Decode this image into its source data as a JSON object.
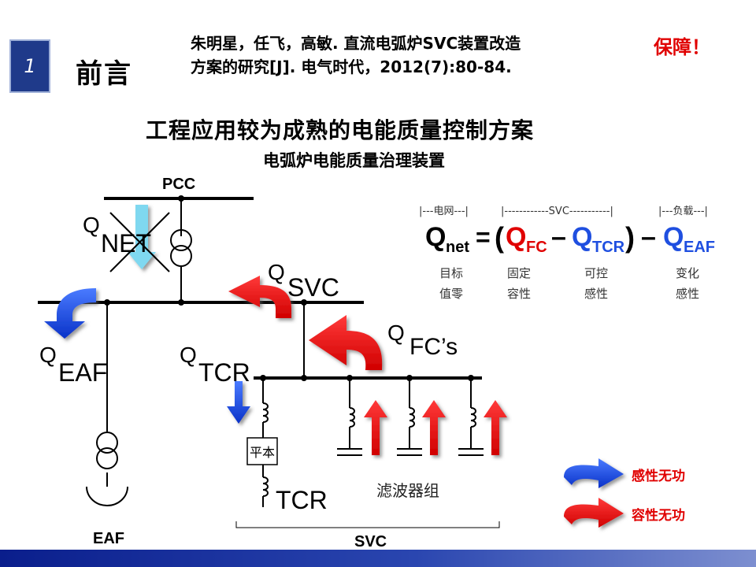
{
  "header": {
    "section_number": "1",
    "section_title": "前言",
    "reference_line1": "朱明星，任飞，高敏. 直流电弧炉SVC装置改造",
    "reference_line2": "方案的研究[J]. 电气时代，2012(7):80-84.",
    "slogan": "保障！"
  },
  "titles": {
    "main": "工程应用较为成熟的电能质量控制方案",
    "sub": "电弧炉电能质量治理装置"
  },
  "diagram": {
    "pcc_label": "PCC",
    "q_net": {
      "q": "Q",
      "sub": "NET"
    },
    "q_svc": {
      "q": "Q",
      "sub": "SVC"
    },
    "q_eaf": {
      "q": "Q",
      "sub": "EAF"
    },
    "q_tcr": {
      "q": "Q",
      "sub": "TCR"
    },
    "q_fcs": {
      "q": "Q",
      "sub": "FC’s"
    },
    "pingben": "平本",
    "tcr_label": "TCR",
    "filter_label": "滤波器组",
    "eaf_label": "EAF",
    "svc_label": "SVC"
  },
  "formula": {
    "bracket_grid": "|---电网---|",
    "bracket_svc": "|------------SVC-----------|",
    "bracket_load": "|---负载---|",
    "q": "Q",
    "net_sub": "net",
    "eq": "=",
    "open_paren": "(",
    "fc_sub": "FC",
    "minus": "–",
    "tcr_sub": "TCR",
    "close_paren": ")",
    "eaf_sub": "EAF",
    "desc_target": [
      "目标",
      "值零"
    ],
    "desc_fixed": [
      "固定",
      "容性"
    ],
    "desc_control": [
      "可控",
      "感性"
    ],
    "desc_change": [
      "变化",
      "感性"
    ]
  },
  "legend": {
    "inductive": "感性无功",
    "capacitive": "容性无功"
  },
  "colors": {
    "blue": "#1f4fe0",
    "red": "#f01010",
    "cyan": "#7fd8f0",
    "footer": "#0a1e8c",
    "badge": "#1f3a8a"
  }
}
